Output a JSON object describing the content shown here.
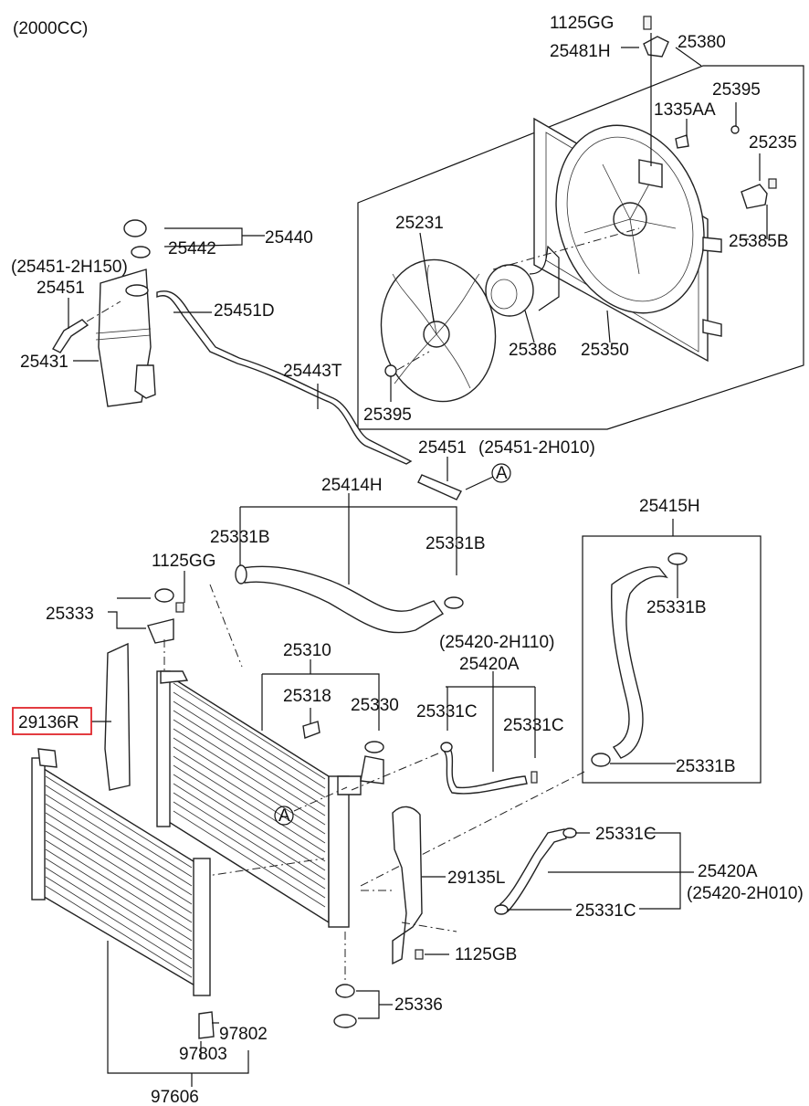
{
  "diagram": {
    "header": "(2000CC)",
    "labels": {
      "l_1125gg_top": "1125GG",
      "l_25481h": "25481H",
      "l_25380": "25380",
      "l_25395_top": "25395",
      "l_1335aa": "1335AA",
      "l_25235": "25235",
      "l_25385b": "25385B",
      "l_25231": "25231",
      "l_25386": "25386",
      "l_25350": "25350",
      "l_25395_bot": "25395",
      "l_25440": "25440",
      "l_25442": "25442",
      "l_25451_2h150": "(25451-2H150)",
      "l_25451_a": "25451",
      "l_25451d": "25451D",
      "l_25431": "25431",
      "l_25443t": "25443T",
      "l_25451_b": "25451",
      "l_25451_2h010": "(25451-2H010)",
      "l_a_top": "A",
      "l_25414h": "25414H",
      "l_25331b_1": "25331B",
      "l_25331b_2": "25331B",
      "l_1125gg_mid": "1125GG",
      "l_25333": "25333",
      "l_25415h": "25415H",
      "l_25331b_3": "25331B",
      "l_25331b_4": "25331B",
      "l_25420_2h110": "(25420-2H110)",
      "l_25420a_top": "25420A",
      "l_25310": "25310",
      "l_25318": "25318",
      "l_25330": "25330",
      "l_25331c_1": "25331C",
      "l_25331c_2": "25331C",
      "l_29136r": "29136R",
      "l_a_mid": "A",
      "l_25331c_3": "25331C",
      "l_25420a_bot": "25420A",
      "l_25420_2h010": "(25420-2H010)",
      "l_29135l": "29135L",
      "l_25331c_4": "25331C",
      "l_1125gb": "1125GB",
      "l_25336": "25336",
      "l_97802": "97802",
      "l_97803": "97803",
      "l_97606": "97606"
    },
    "highlight_color": "#e0262c"
  }
}
